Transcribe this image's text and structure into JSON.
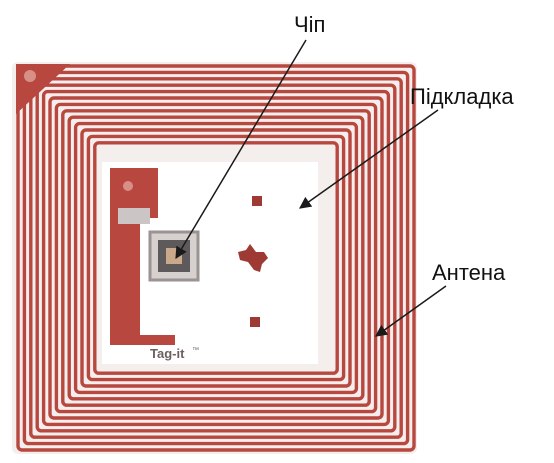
{
  "labels": {
    "chip": "Чіп",
    "substrate": "Підкладка",
    "antenna": "Антена"
  },
  "tag_text": "Tag-it",
  "tag_text_mark": "™",
  "colors": {
    "antenna_copper": "#b8473f",
    "antenna_dark": "#9e3a33",
    "substrate": "#f4efed",
    "inner_paper": "#ffffff",
    "chip_body": "#5e5a5c",
    "chip_pad": "#c9a98a",
    "leader": "#1a1a1a",
    "text": "#111111"
  },
  "icons": {
    "logo": "texas-instruments-logo-icon",
    "chip": "chip-die-icon"
  }
}
